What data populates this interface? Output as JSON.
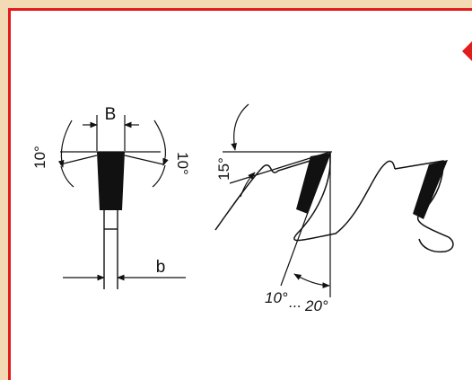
{
  "diagram": {
    "left_view": {
      "label_body_width": "B",
      "label_plate_width": "b",
      "angle_left": "10°",
      "angle_right": "10°"
    },
    "right_view": {
      "angle_top": "15°",
      "angle_range_start": "10°",
      "angle_range_dots": "...",
      "angle_range_end": "20°"
    }
  },
  "colors": {
    "frame_border": "#e21b1b",
    "page_background": "#f3d9b4",
    "panel_background": "#ffffff",
    "ink": "#111111"
  }
}
